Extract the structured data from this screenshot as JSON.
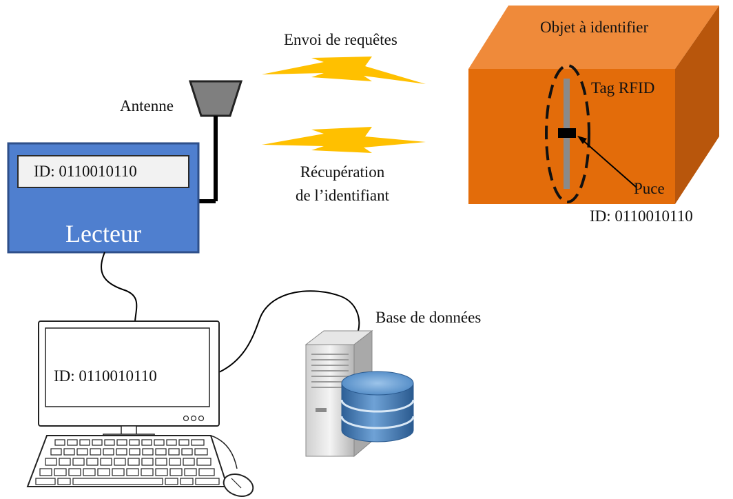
{
  "labels": {
    "requests": "Envoi de requêtes",
    "retrieval_line1": "Récupération",
    "retrieval_line2": "de l’identifiant",
    "antenna": "Antenne",
    "reader": "Lecteur",
    "reader_id": "ID: 0110010110",
    "object": "Objet à identifier",
    "tag": "Tag RFID",
    "chip": "Puce",
    "object_id": "ID: 0110010110",
    "computer_id": "ID: 0110010110",
    "database": "Base de données"
  },
  "colors": {
    "reader_blue": "#4f7fcf",
    "box_front": "#e36c0a",
    "box_top": "#ef8a3a",
    "box_side": "#b8560c",
    "lightning": "#ffc000",
    "database": "#3f78b5"
  },
  "icons": [
    "antenna-icon",
    "lightning-icon",
    "monitor-icon",
    "keyboard-icon",
    "mouse-icon",
    "server-tower-icon",
    "database-icon",
    "rfid-tag-icon",
    "chip-icon"
  ]
}
